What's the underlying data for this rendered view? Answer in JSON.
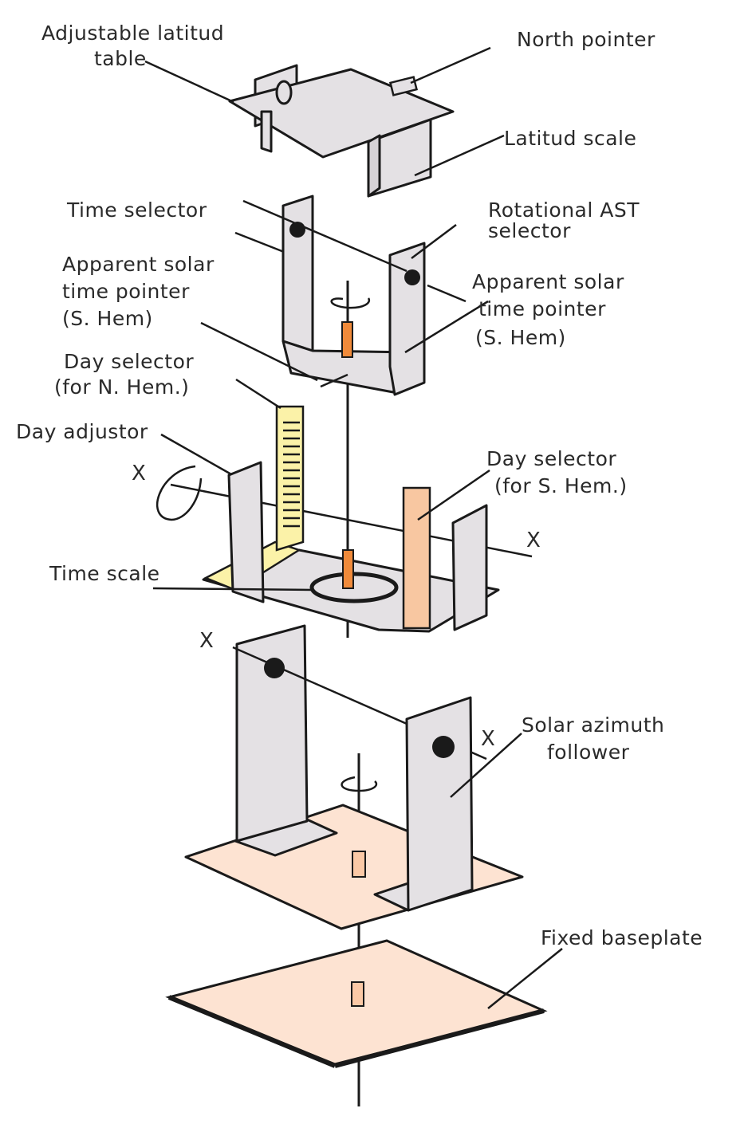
{
  "labels": {
    "adjustable_latitud_table": [
      "Adjustable latitud",
      "table"
    ],
    "north_pointer": "North pointer",
    "latitud_scale": "Latitud scale",
    "time_selector": "Time selector",
    "rotational_ast_selector": [
      "Rotational AST",
      "selector"
    ],
    "apparent_solar_time_pointer_left": [
      "Apparent solar",
      "time pointer",
      "(S. Hem)"
    ],
    "apparent_solar_time_pointer_right": [
      "Apparent solar",
      "time pointer",
      "(S. Hem)"
    ],
    "day_selector_n_hem": [
      "Day selector",
      "(for N. Hem.)"
    ],
    "day_adjustor": "Day adjustor",
    "day_selector_s_hem": [
      "Day selector",
      "(for S. Hem.)"
    ],
    "time_scale": "Time scale",
    "solar_azimuth_follower": [
      "Solar azimuth",
      "follower"
    ],
    "fixed_baseplate": "Fixed baseplate"
  },
  "axis_marks": {
    "x_upper_left": "X",
    "x_upper_right": "X",
    "x_lower_left": "X",
    "x_lower_right": "X"
  },
  "colors": {
    "panel_gray": "#e4e1e4",
    "baseplate_peach": "#fde3d2",
    "day_selector_yellow": "#fbf2a8",
    "day_selector_orange": "#f8c7a1",
    "shaft_marker_orange": "#f08a3a",
    "outline": "#1a1a1a"
  }
}
